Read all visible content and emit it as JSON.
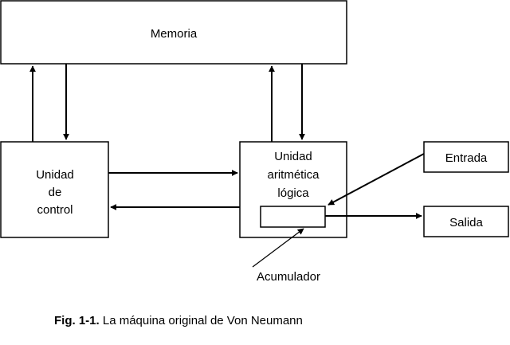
{
  "nodes": {
    "memoria": "Memoria",
    "control": [
      "Unidad",
      "de",
      "control"
    ],
    "alu": [
      "Unidad",
      "aritmética",
      "lógica"
    ],
    "entrada": "Entrada",
    "salida": "Salida",
    "acumulador": "Acumulador"
  },
  "caption": {
    "label": "Fig. 1-1.",
    "text": " La máquina original de Von Neumann"
  }
}
